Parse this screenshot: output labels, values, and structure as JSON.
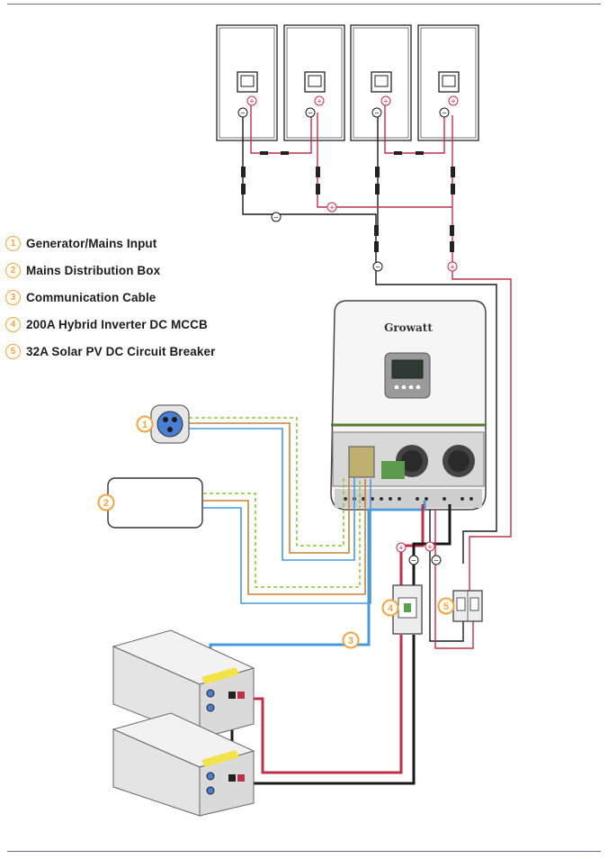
{
  "legend": {
    "items": [
      {
        "num": "1",
        "label": "Generator/Mains Input"
      },
      {
        "num": "2",
        "label": "Mains Distribution Box"
      },
      {
        "num": "3",
        "label": "Communication Cable"
      },
      {
        "num": "4",
        "label": "200A Hybrid Inverter DC MCCB"
      },
      {
        "num": "5",
        "label": "32A Solar PV DC Circuit Breaker"
      }
    ]
  },
  "inverter": {
    "brand": "Growatt"
  },
  "markers": {
    "generator": "1",
    "distribution_box": "2",
    "comm_cable": "3",
    "mccb": "4",
    "pv_breaker": "5"
  },
  "symbols": {
    "negative": "−",
    "positive": "+"
  },
  "colors": {
    "positive_wire": "#c0304a",
    "negative_wire": "#1a1a1a",
    "comm_cable": "#4a9ad8",
    "marker": "#f0a640",
    "earth_wire": "#8cc63f",
    "live_wire": "#c8843a",
    "neutral_wire": "#4a9ad8"
  }
}
